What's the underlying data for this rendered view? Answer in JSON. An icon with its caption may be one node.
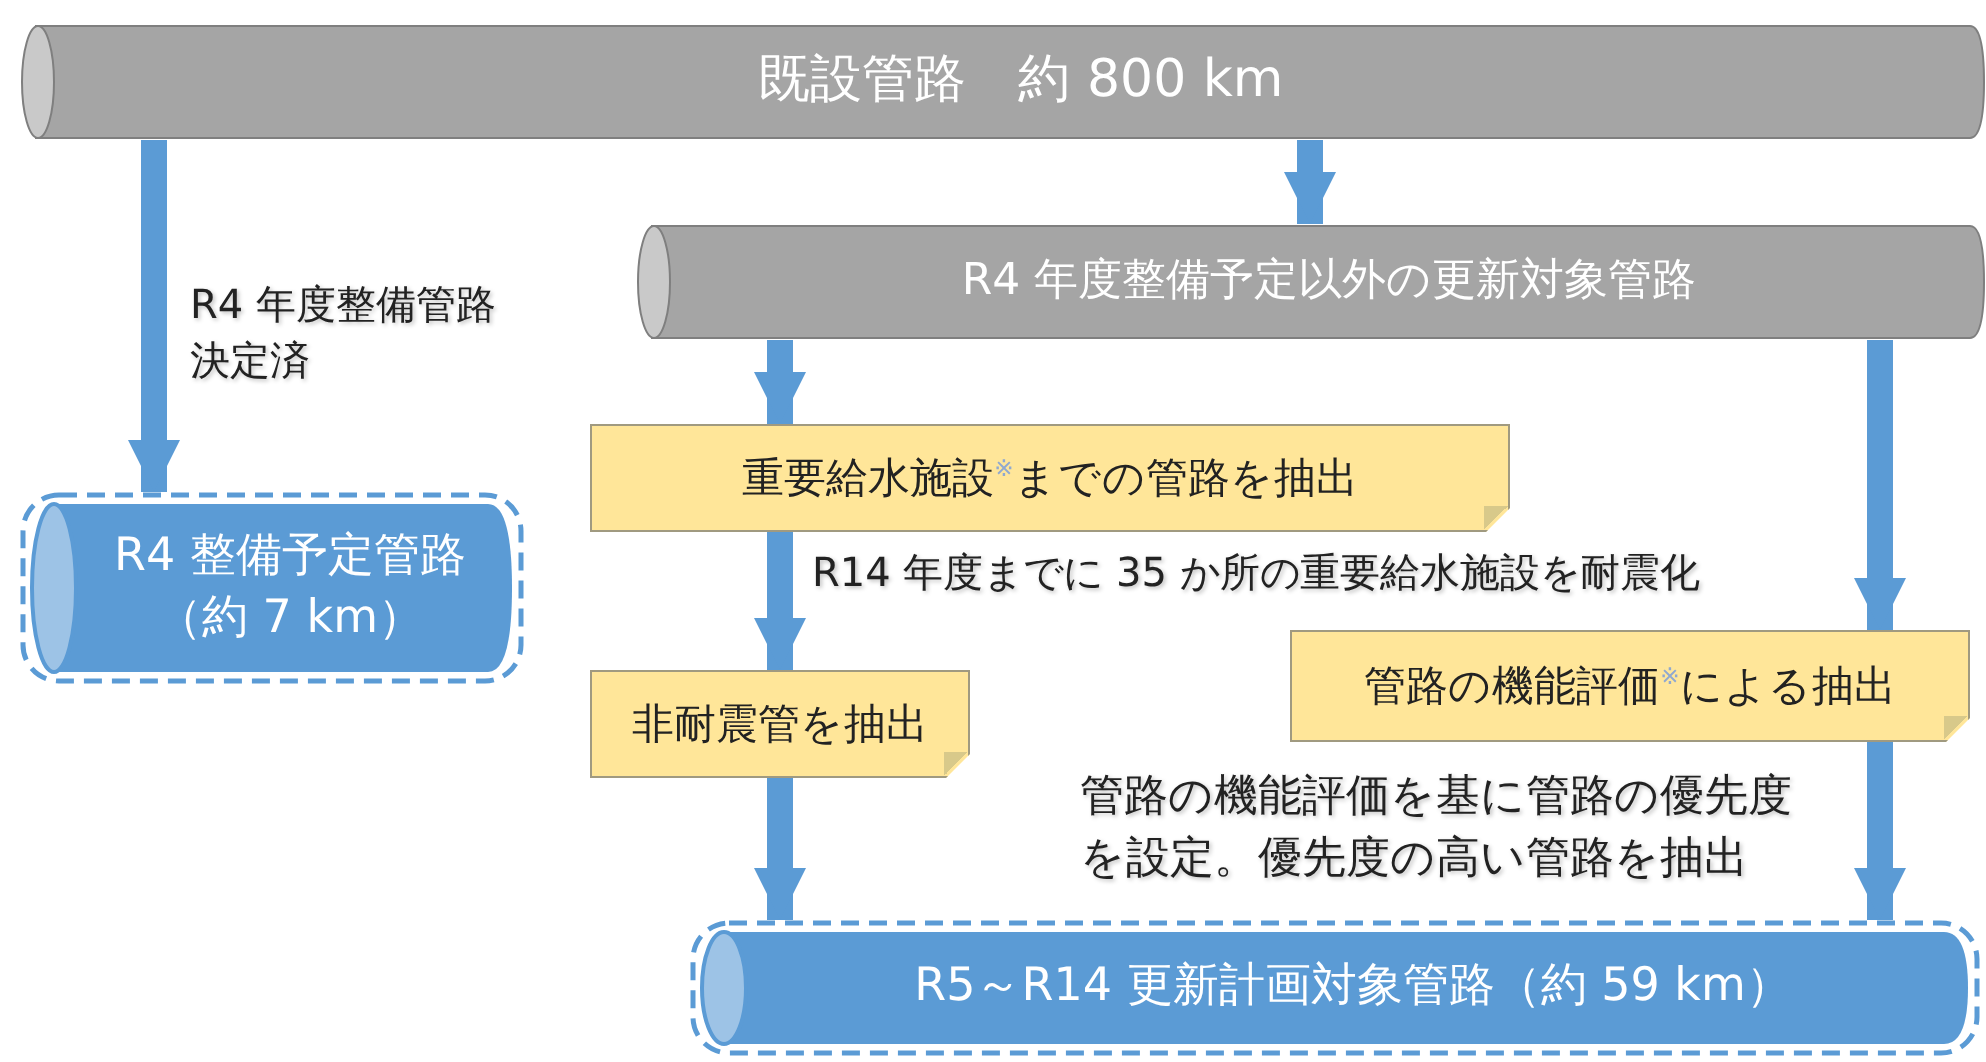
{
  "diagram": {
    "nodes": [
      {
        "text": [
          "既設管路　約 800 km"
        ]
      },
      {
        "text": [
          "R4 年度整備予定以外の更新対象管路"
        ]
      },
      {
        "text": [
          "R4 整備予定管路（約 7 km）"
        ]
      },
      {
        "text": [
          "重要給水施設$^{※}$までの管路を抽出"
        ]
      },
      {
        "text": [
          "非耐震管を抽出"
        ]
      },
      {
        "text": [
          "管路の機能評価$^{※}$による抽出"
        ]
      },
      {
        "text": [
          "R5～R14 更新計画対象管路（約 59 km）"
        ]
      }
    ],
    "edges": [
      {
        "from": 0,
        "to": 2,
        "arrow": "to",
        "label": "R4 年度整備管路決定済"
      },
      {
        "from": 0,
        "to": 1,
        "arrow": "to"
      },
      {
        "from": 1,
        "to": 3,
        "arrow": "to"
      },
      {
        "from": 3,
        "to": 4,
        "arrow": "to",
        "label": "R14 年度までに 35 か所の重要給水施設を耐震化"
      },
      {
        "from": 4,
        "to": 6,
        "arrow": "to"
      },
      {
        "from": 1,
        "to": 5,
        "arrow": "to"
      },
      {
        "from": 5,
        "to": 6,
        "arrow": "to",
        "label": "管路の機能評価を基に管路の優先度を設定。優先度の高い管路を抽出"
      }
    ]
  }
}
